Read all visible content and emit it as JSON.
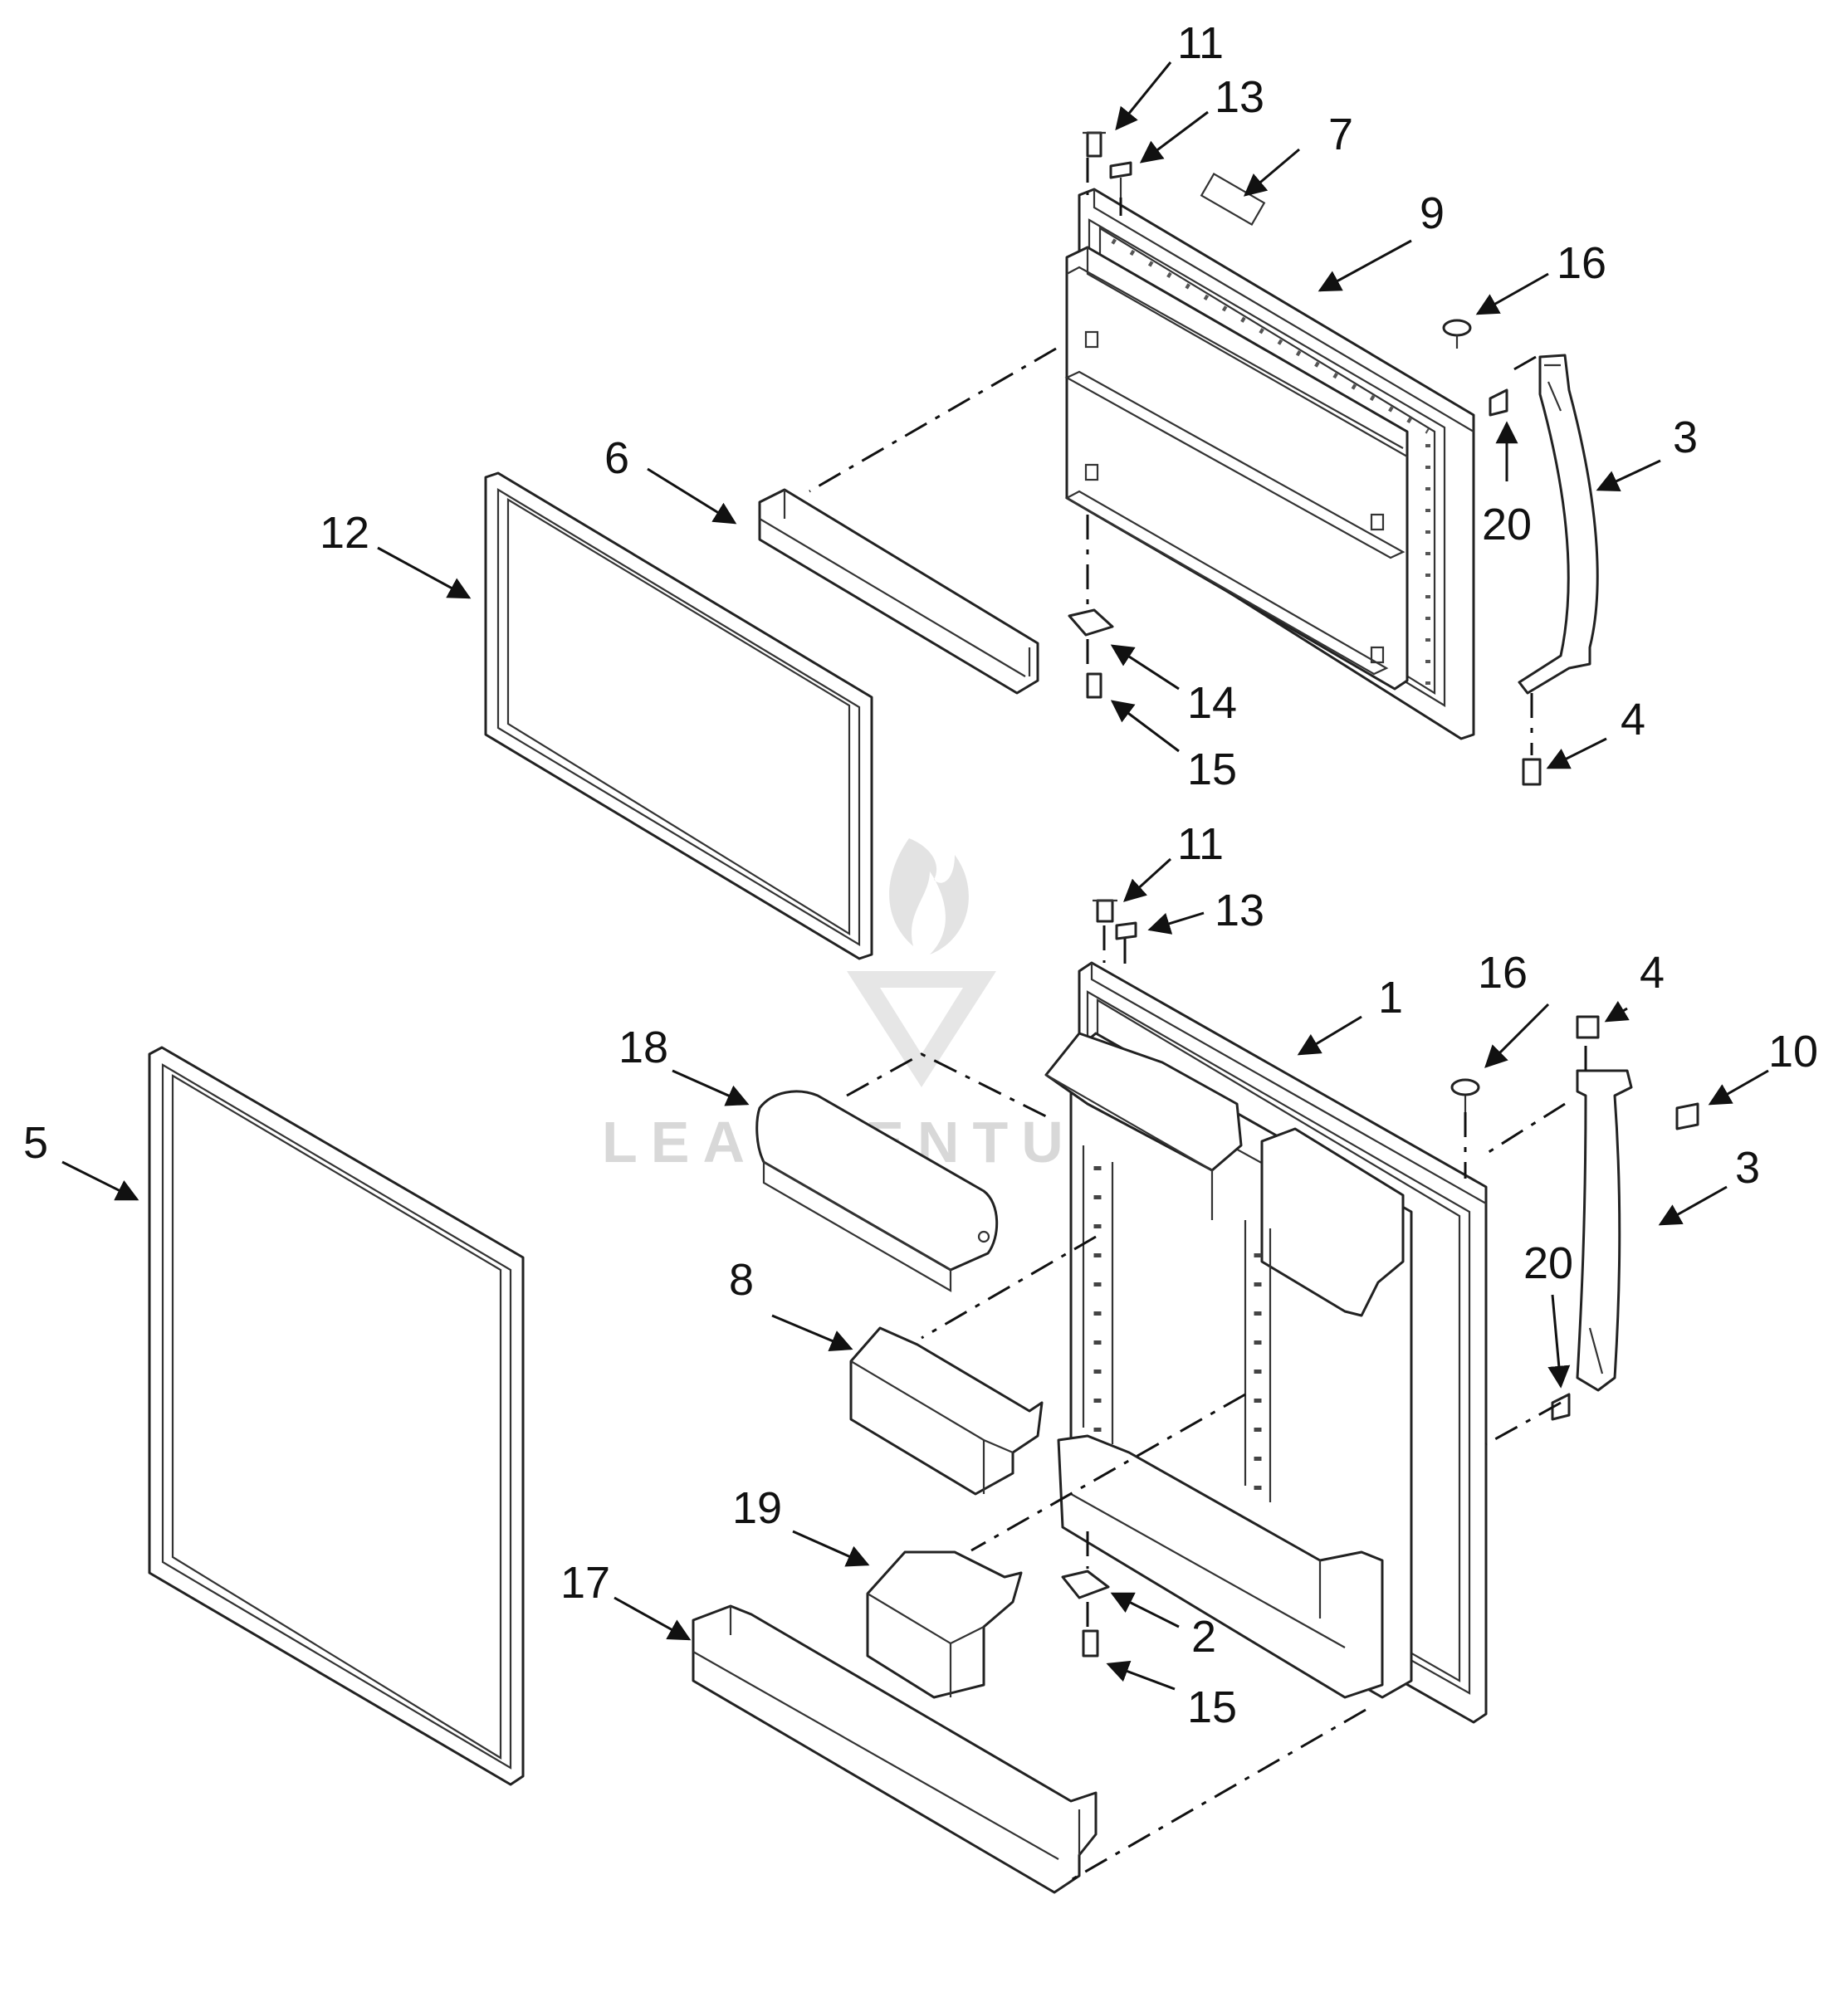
{
  "watermark": {
    "text": "LEADVENTURE"
  },
  "upper_door": {
    "callouts": {
      "c11": "11",
      "c13": "13",
      "c7": "7",
      "c9": "9",
      "c16": "16",
      "c6": "6",
      "c12": "12",
      "c3": "3",
      "c20": "20",
      "c14": "14",
      "c15": "15",
      "c4": "4"
    }
  },
  "lower_door": {
    "callouts": {
      "c11": "11",
      "c13": "13",
      "c1": "1",
      "c16": "16",
      "c4": "4",
      "c10": "10",
      "c18": "18",
      "c5": "5",
      "c3": "3",
      "c8": "8",
      "c20": "20",
      "c19": "19",
      "c17": "17",
      "c2": "2",
      "c15": "15"
    }
  }
}
